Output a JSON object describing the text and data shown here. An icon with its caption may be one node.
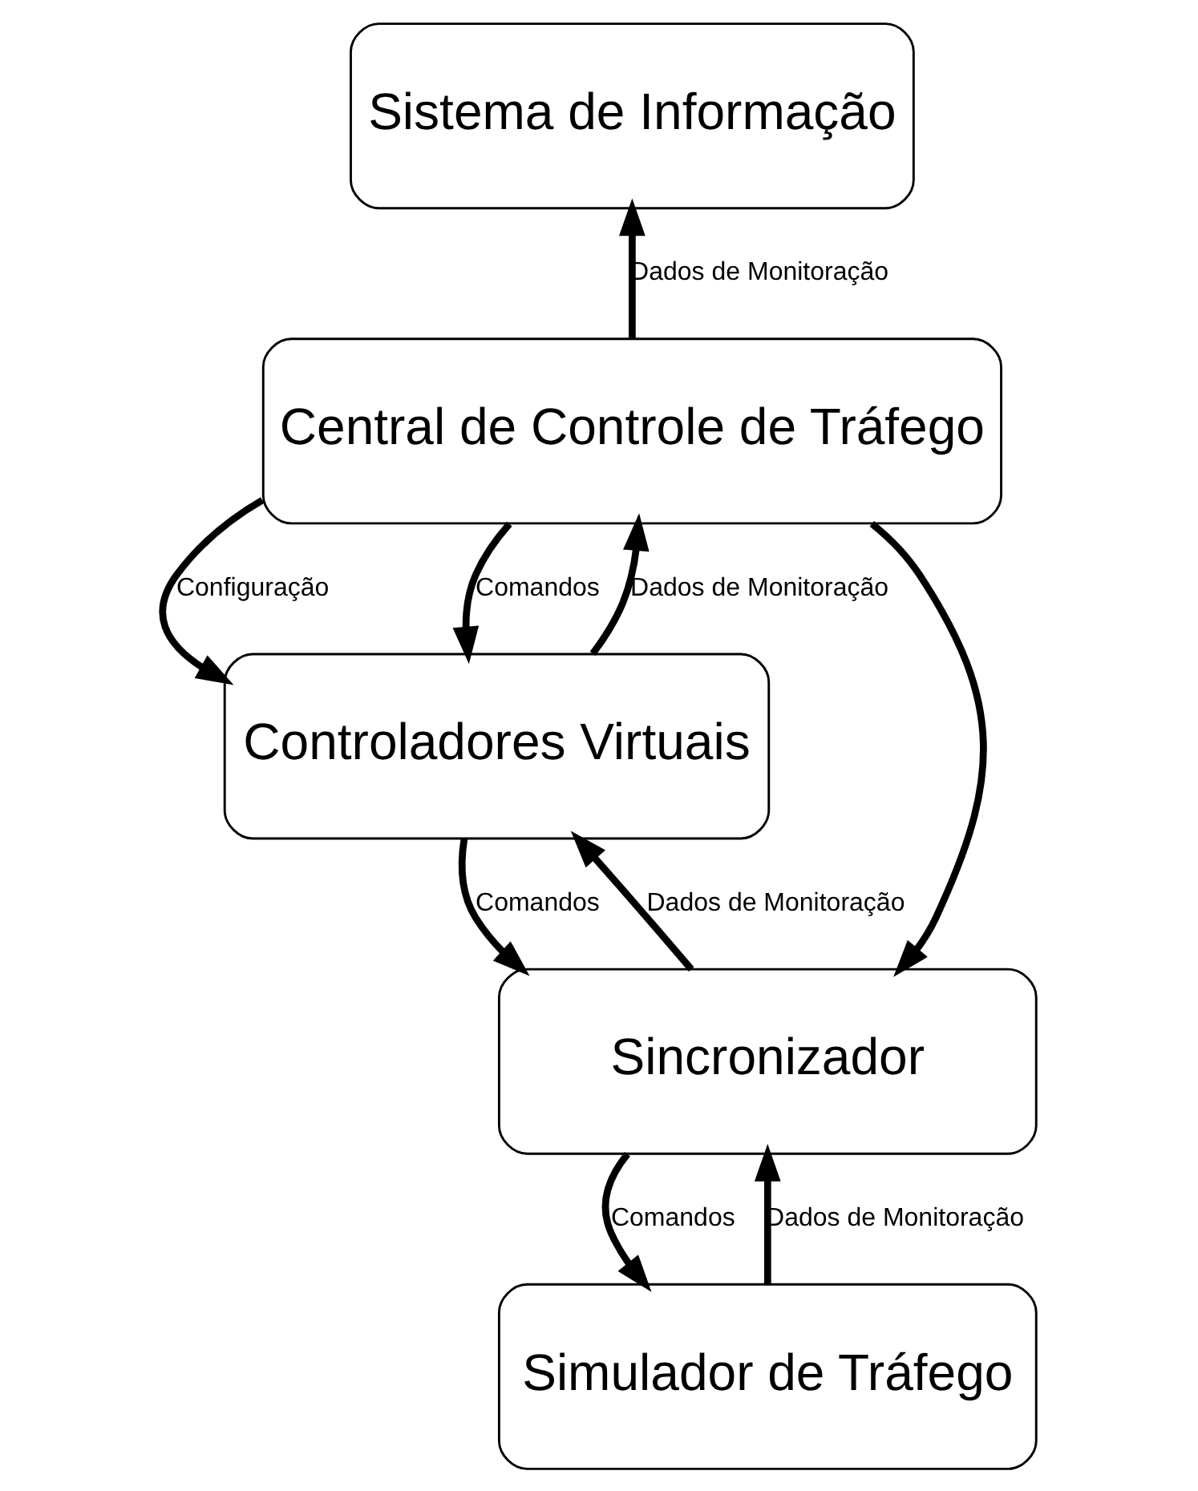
{
  "diagram": {
    "nodes": [
      {
        "text": [
          "Sistema de Informação"
        ]
      },
      {
        "text": [
          "Central de Controle de Tráfego"
        ]
      },
      {
        "text": [
          "Controladores Virtuais"
        ]
      },
      {
        "text": [
          "Sincronizador"
        ]
      },
      {
        "text": [
          "Simulador de Tráfego"
        ]
      }
    ],
    "edges": [
      {
        "from": 1,
        "to": 0,
        "arrow": "to",
        "label": "Dados de Monitoração"
      },
      {
        "from": 1,
        "to": 2,
        "arrow": "to",
        "label": "Configuração"
      },
      {
        "from": 1,
        "to": 3,
        "arrow": "to"
      },
      {
        "from": 1,
        "to": 2,
        "arrow": "to",
        "label": "Comandos"
      },
      {
        "from": 2,
        "to": 1,
        "arrow": "to",
        "label": "Dados de Monitoração"
      },
      {
        "from": 2,
        "to": 3,
        "arrow": "to",
        "label": "Comandos"
      },
      {
        "from": 3,
        "to": 2,
        "arrow": "to",
        "label": "Dados de Monitoração"
      },
      {
        "from": 3,
        "to": 4,
        "arrow": "to",
        "label": "Comandos"
      },
      {
        "from": 4,
        "to": 3,
        "arrow": "to",
        "label": "Dados de Monitoração"
      }
    ]
  }
}
